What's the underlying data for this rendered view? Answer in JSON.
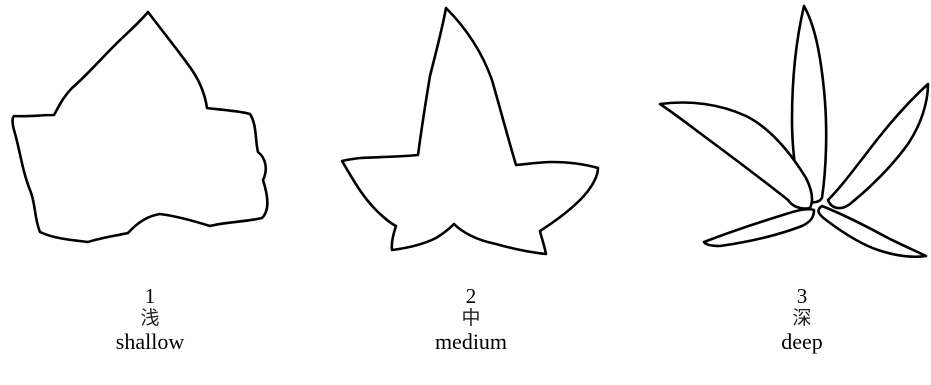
{
  "leaves": [
    {
      "number": "1",
      "chinese": "浅",
      "english": "shallow",
      "icon": "shallow-lobed-leaf-icon"
    },
    {
      "number": "2",
      "chinese": "中",
      "english": "medium",
      "icon": "medium-lobed-leaf-icon"
    },
    {
      "number": "3",
      "chinese": "深",
      "english": "deep",
      "icon": "deep-lobed-leaf-icon"
    }
  ]
}
